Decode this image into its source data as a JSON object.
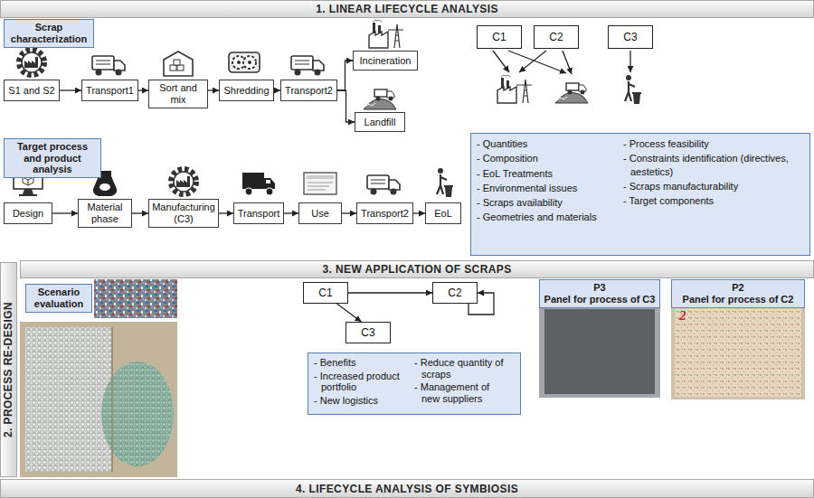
{
  "diagram": {
    "nodes": [
      {
        "text": [
          "1. LINEAR LIFECYCLE ANALYSIS"
        ]
      },
      {
        "text": [
          "Scrap characterization"
        ]
      },
      {
        "text": [
          "S1 and S2"
        ]
      },
      {
        "text": [
          "Transport1"
        ]
      },
      {
        "text": [
          "Sort and mix"
        ]
      },
      {
        "text": [
          "Shredding"
        ]
      },
      {
        "text": [
          "Transport2"
        ]
      },
      {
        "text": [
          "Incineration"
        ]
      },
      {
        "text": [
          "Landfill"
        ]
      },
      {
        "text": [
          "C1"
        ]
      },
      {
        "text": [
          "C2"
        ]
      },
      {
        "text": [
          "C3"
        ]
      },
      {
        "text": [
          "Target process and product analysis"
        ]
      },
      {
        "text": [
          "Design"
        ]
      },
      {
        "text": [
          "Material phase"
        ]
      },
      {
        "text": [
          "Manufacturing (C3)"
        ]
      },
      {
        "text": [
          "Transport"
        ]
      },
      {
        "text": [
          "Use"
        ]
      },
      {
        "text": [
          "Transport2"
        ]
      },
      {
        "text": [
          "EoL"
        ]
      },
      {
        "text": [
          "- Quantities",
          "- Composition",
          "- EoL Treatments",
          "- Environmental issues",
          "- Scraps availability",
          "- Geometries and materials",
          "- Process feasibility",
          "- Constraints identification (directives, aestetics)",
          "- Scraps manufacturability",
          "- Target components"
        ]
      },
      {
        "text": [
          "3. NEW APPLICATION OF SCRAPS"
        ]
      },
      {
        "text": [
          "2. PROCESS RE-DESIGN"
        ]
      },
      {
        "text": [
          "Scenario evaluation"
        ]
      },
      {
        "text": [
          "C1"
        ]
      },
      {
        "text": [
          "C2"
        ]
      },
      {
        "text": [
          "C3"
        ]
      },
      {
        "text": [
          "- Benefits",
          "- Increased product portfolio",
          "- New logistics",
          "- Reduce quantity of scraps",
          "- Management of new suppliers"
        ]
      },
      {
        "text": [
          "P3",
          "Panel for process of C3"
        ]
      },
      {
        "text": [
          "P2",
          "Panel for process of C2"
        ]
      },
      {
        "text": [
          "4. LIFECYCLE ANALYSIS OF SYMBIOSIS"
        ]
      }
    ],
    "edges": [
      {
        "from": 2,
        "to": 3,
        "arrow": "to"
      },
      {
        "from": 3,
        "to": 4,
        "arrow": "to"
      },
      {
        "from": 4,
        "to": 5,
        "arrow": "to"
      },
      {
        "from": 5,
        "to": 6,
        "arrow": "to"
      },
      {
        "from": 6,
        "to": 7,
        "arrow": "to"
      },
      {
        "from": 6,
        "to": 8,
        "arrow": "to"
      },
      {
        "from": 13,
        "to": 14,
        "arrow": "to"
      },
      {
        "from": 14,
        "to": 15,
        "arrow": "to"
      },
      {
        "from": 15,
        "to": 16,
        "arrow": "to"
      },
      {
        "from": 16,
        "to": 17,
        "arrow": "to"
      },
      {
        "from": 17,
        "to": 18,
        "arrow": "to"
      },
      {
        "from": 18,
        "to": 19,
        "arrow": "to"
      },
      {
        "from": 24,
        "to": 25,
        "arrow": "to"
      },
      {
        "from": 24,
        "to": 26,
        "arrow": "to"
      },
      {
        "from": 25,
        "to": 25,
        "arrow": "to"
      }
    ],
    "labels": [
      "2"
    ]
  }
}
